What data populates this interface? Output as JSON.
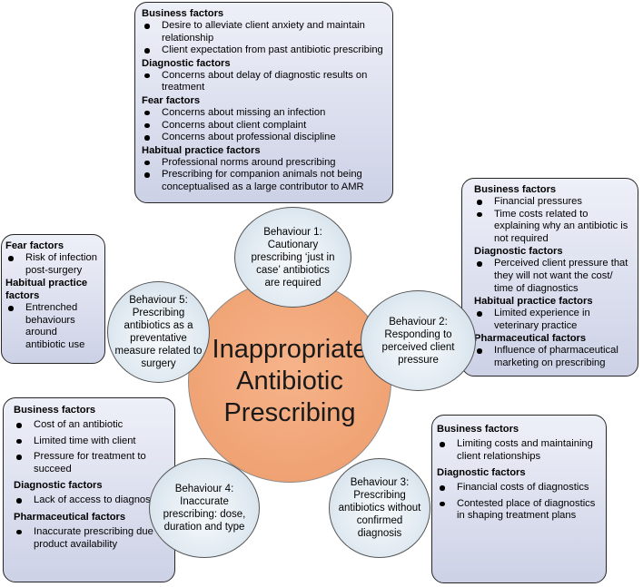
{
  "center_title": "Inappropriate Antibiotic Prescribing",
  "behaviours": [
    "Behaviour 1: Cautionary prescribing ‘just in case’ antibiotics are required",
    "Behaviour 2: Responding to perceived client pressure",
    "Behaviour 3: Prescribing antibiotics without confirmed diagnosis",
    "Behaviour 4: Inaccurate prescribing: dose, duration and type",
    "Behaviour 5: Prescribing antibiotics as a preventative measure related to surgery"
  ],
  "boxes": {
    "top": {
      "sections": [
        {
          "heading": "Business factors",
          "items": [
            "Desire to alleviate client anxiety and maintain relationship",
            "Client expectation from past antibiotic prescribing"
          ]
        },
        {
          "heading": "Diagnostic factors",
          "items": [
            "Concerns about delay of diagnostic results on treatment"
          ]
        },
        {
          "heading": "Fear factors",
          "items": [
            "Concerns about missing an infection",
            "Concerns about client complaint",
            "Concerns about professional discipline"
          ]
        },
        {
          "heading": "Habitual practice factors",
          "items": [
            "Professional norms around prescribing",
            "Prescribing for companion animals not being conceptualised as a large contributor to AMR"
          ]
        }
      ]
    },
    "right": {
      "sections": [
        {
          "heading": "Business factors",
          "items": [
            "Financial pressures",
            "Time costs related to explaining why an antibiotic is not required"
          ]
        },
        {
          "heading": "Diagnostic factors",
          "items": [
            "Perceived client pressure that they will not want the cost/ time of diagnostics"
          ]
        },
        {
          "heading": "Habitual practice factors",
          "items": [
            "Limited experience in veterinary practice"
          ]
        },
        {
          "heading": "Pharmaceutical factors",
          "items": [
            "Influence of pharmaceutical marketing on prescribing"
          ]
        }
      ]
    },
    "bottom_right": {
      "sections": [
        {
          "heading": "Business factors",
          "items": [
            "Limiting costs and maintaining client relationships"
          ]
        },
        {
          "heading": "Diagnostic factors",
          "items": [
            "Financial costs of diagnostics",
            "Contested place of diagnostics in shaping treatment plans"
          ]
        }
      ]
    },
    "bottom_left": {
      "sections": [
        {
          "heading": "Business factors",
          "items": [
            "Cost of an antibiotic",
            "Limited time with client",
            "Pressure for treatment to succeed"
          ]
        },
        {
          "heading": "Diagnostic factors",
          "items": [
            "Lack of access to diagnostics"
          ]
        },
        {
          "heading": "Pharmaceutical factors",
          "items": [
            "Inaccurate prescribing due to product availability"
          ]
        }
      ]
    },
    "left": {
      "sections": [
        {
          "heading": "Fear factors",
          "items": [
            "Risk of infection post-surgery"
          ]
        },
        {
          "heading": "Habitual practice factors",
          "items": [
            "Entrenched behaviours around antibiotic use"
          ]
        }
      ]
    }
  }
}
